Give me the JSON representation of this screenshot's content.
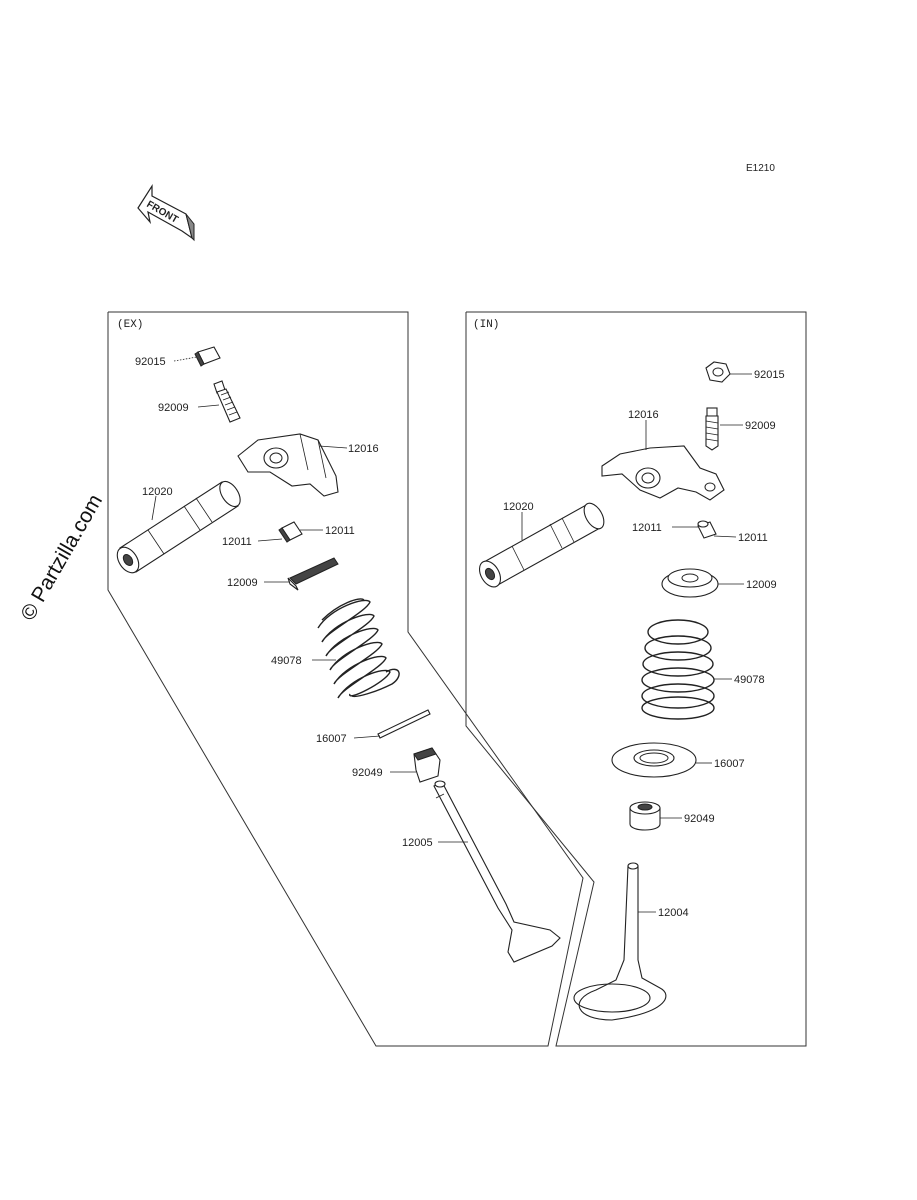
{
  "diagram_code": "E1210",
  "front_badge": "FRONT",
  "watermark": "© Partzilla.com",
  "sections": {
    "exhaust": {
      "title": "(EX)",
      "labels": {
        "p92015": "92015",
        "p92009": "92009",
        "p12016": "12016",
        "p12020": "12020",
        "p12011a": "12011",
        "p12011b": "12011",
        "p12009": "12009",
        "p49078": "49078",
        "p16007": "16007",
        "p92049": "92049",
        "p12005": "12005"
      }
    },
    "intake": {
      "title": "(IN)",
      "labels": {
        "p92015": "92015",
        "p92009": "92009",
        "p12016": "12016",
        "p12020": "12020",
        "p12011a": "12011",
        "p12011b": "12011",
        "p12009": "12009",
        "p49078": "49078",
        "p16007": "16007",
        "p92049": "92049",
        "p12004": "12004"
      }
    }
  }
}
